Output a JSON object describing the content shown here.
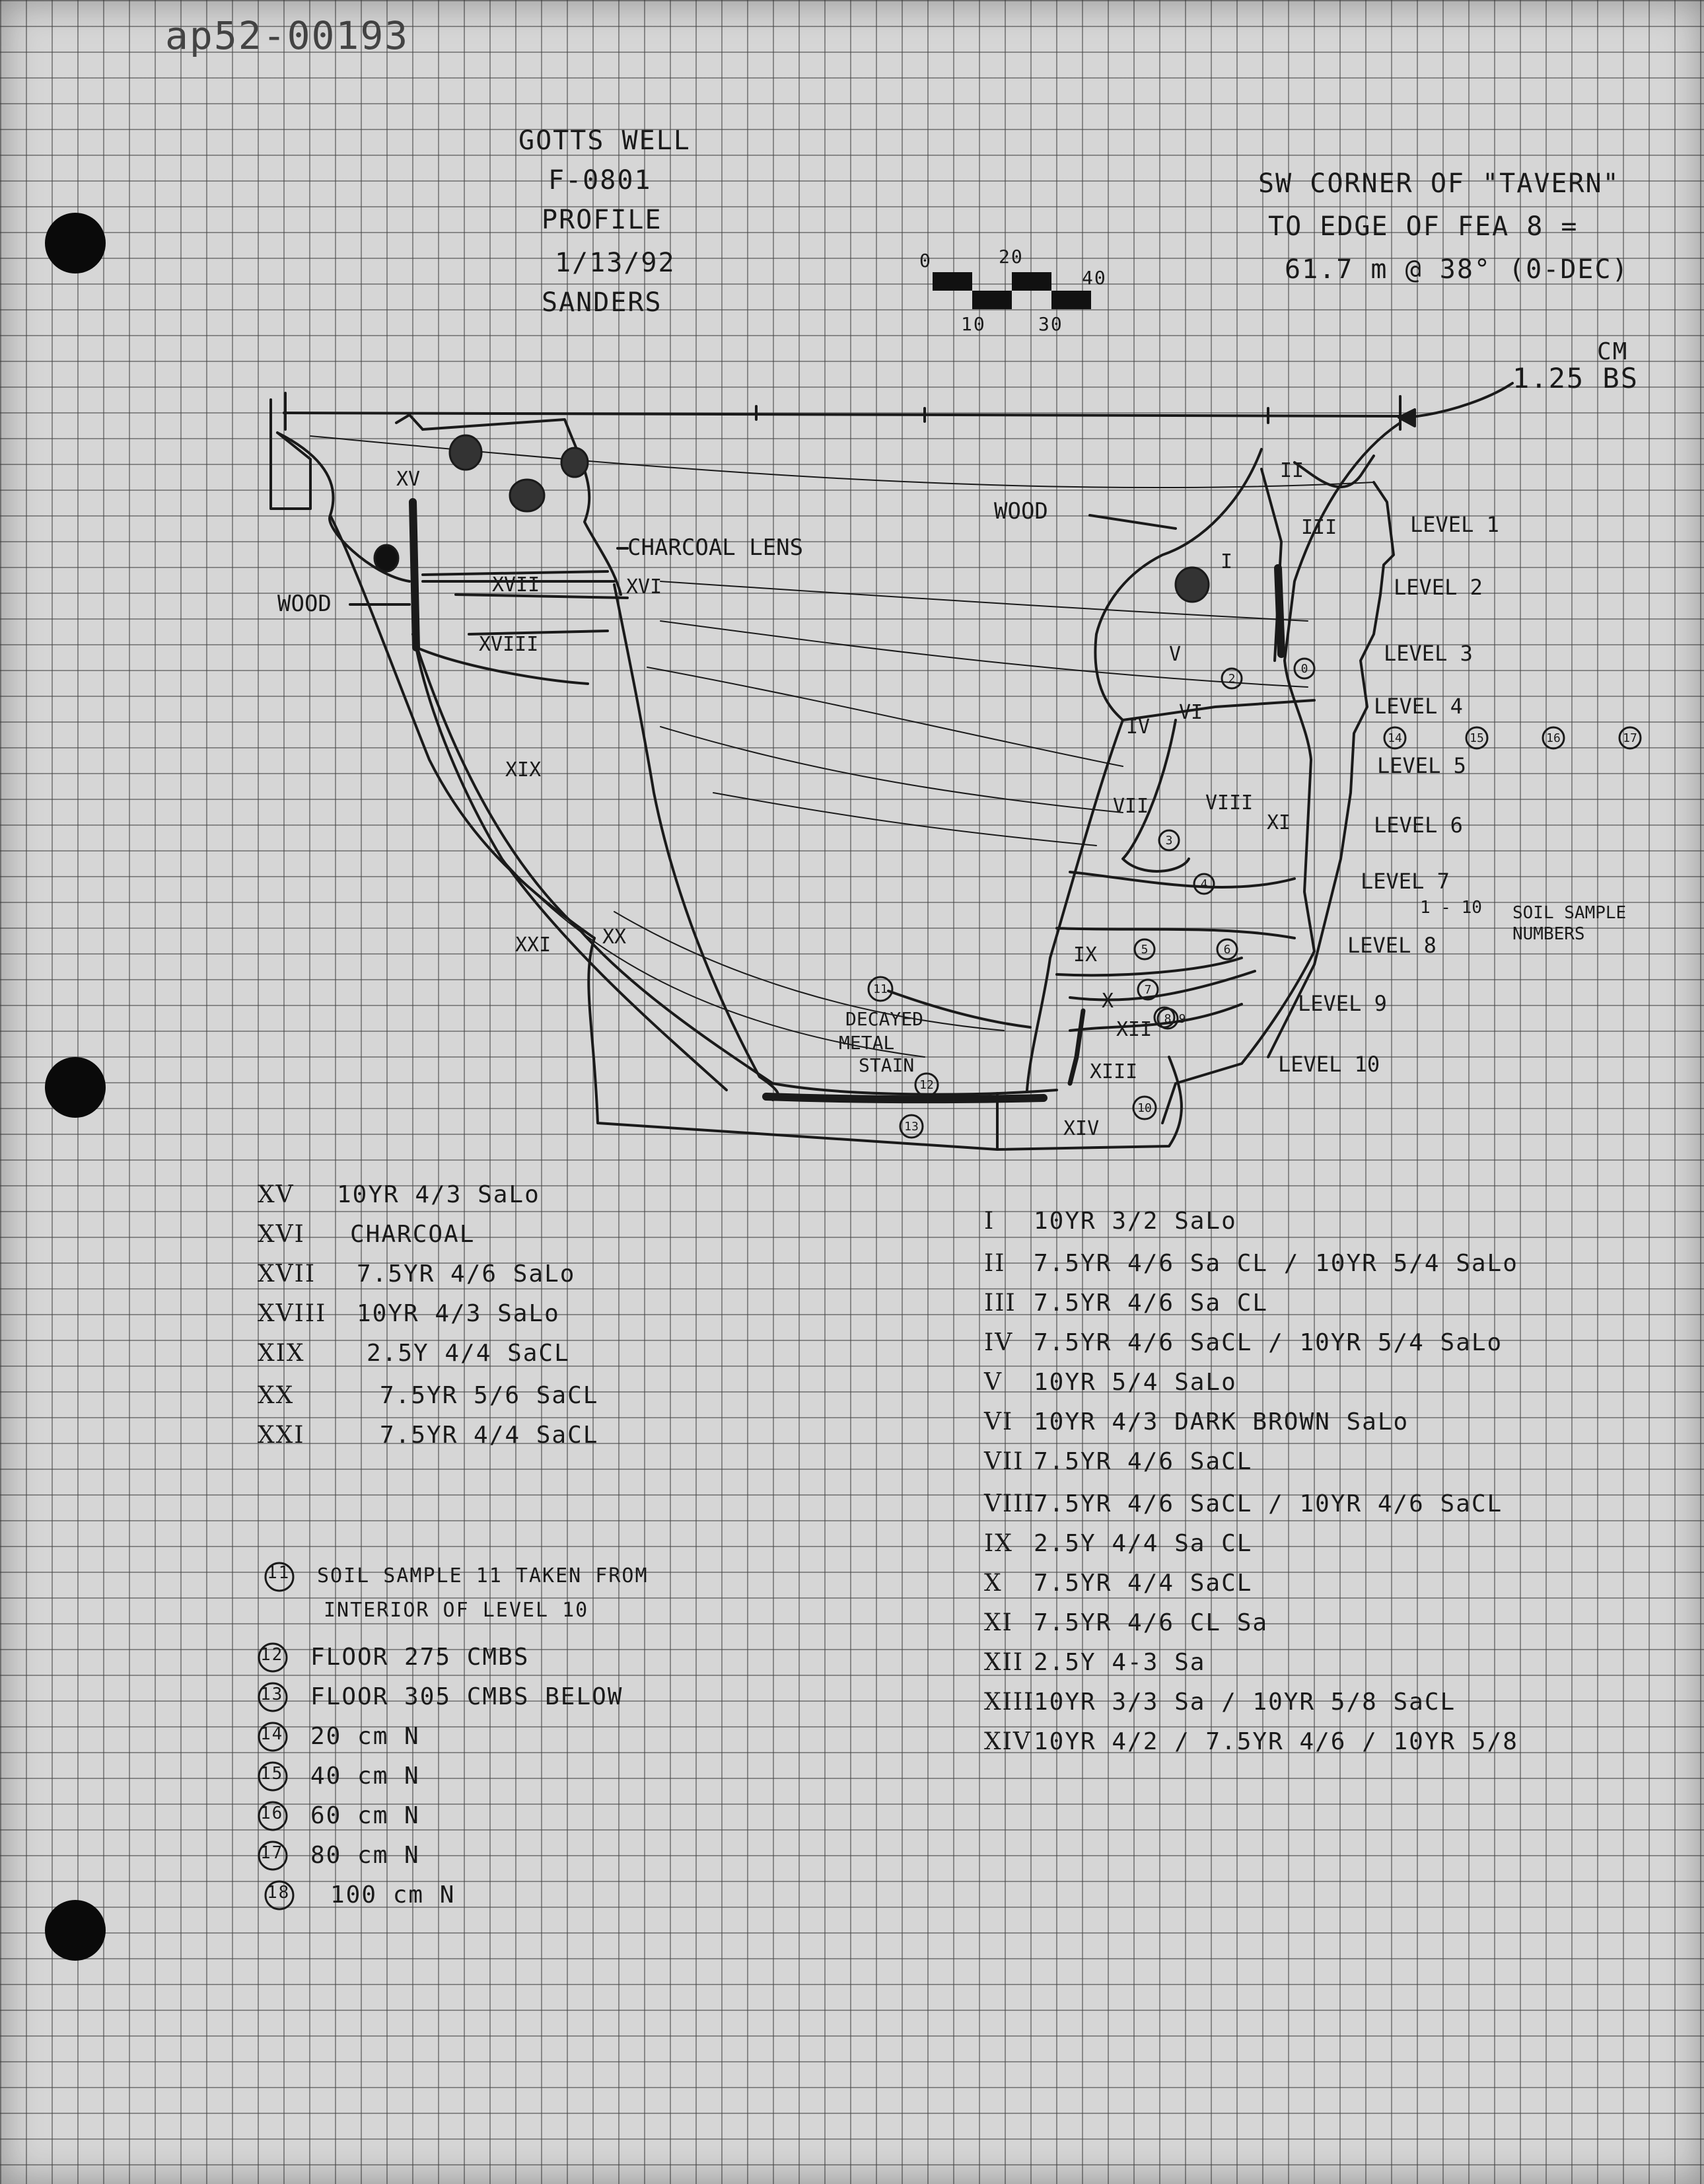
{
  "doc_id": "ap52-00193",
  "header": {
    "lines": [
      "GOTTS WELL",
      "F-0801",
      "PROFILE",
      "1/13/92",
      "SANDERS"
    ]
  },
  "orientation": {
    "lines": [
      "SW CORNER OF \"TAVERN\"",
      "TO EDGE OF FEA 8 =",
      "61.7 m @ 38° (0-DEC)"
    ]
  },
  "scale": {
    "labels": [
      "0",
      "20",
      "40",
      "10",
      "30"
    ]
  },
  "datum": {
    "units": "CM",
    "value": "1.25 BS"
  },
  "drawing": {
    "annotations": {
      "charcoal_lens": "CHARCOAL LENS",
      "wood_left": "WOOD",
      "wood_right": "WOOD",
      "decayed_metal_stain": [
        "DECAYED",
        "METAL",
        "STAIN"
      ],
      "soil_sample_numbers": [
        "1 - 10",
        "SOIL SAMPLE",
        "NUMBERS"
      ]
    },
    "levels": [
      "LEVEL 1",
      "LEVEL 2",
      "LEVEL 3",
      "LEVEL 4",
      "LEVEL 5",
      "LEVEL 6",
      "LEVEL 7",
      "LEVEL 8",
      "LEVEL 9",
      "LEVEL 10"
    ],
    "stratum_labels": [
      "XV",
      "XVII",
      "XVI",
      "XVIII",
      "XIX",
      "XXI",
      "XX",
      "II",
      "III",
      "I",
      "V",
      "IV",
      "VI",
      "VII",
      "VIII",
      "XI",
      "IX",
      "X",
      "XII",
      "XIII",
      "XIV"
    ],
    "sample_markers": [
      "0",
      "2",
      "3",
      "4",
      "5",
      "6",
      "7",
      "8",
      "9",
      "10",
      "11",
      "12",
      "13",
      "14",
      "15",
      "16",
      "17"
    ]
  },
  "legend_left": [
    {
      "code": "XV",
      "desc": "10YR 4/3 SaLo"
    },
    {
      "code": "XVI",
      "desc": "CHARCOAL"
    },
    {
      "code": "XVII",
      "desc": "7.5YR 4/6 SaLo"
    },
    {
      "code": "XVIII",
      "desc": "10YR 4/3 SaLo"
    },
    {
      "code": "XIX",
      "desc": "2.5Y 4/4 SaCL"
    },
    {
      "code": "XX",
      "desc": "7.5YR 5/6 SaCL"
    },
    {
      "code": "XXI",
      "desc": "7.5YR 4/4 SaCL"
    }
  ],
  "legend_right": [
    {
      "code": "I",
      "desc": "10YR 3/2 SaLo"
    },
    {
      "code": "II",
      "desc": "7.5YR 4/6 Sa CL / 10YR 5/4 SaLo"
    },
    {
      "code": "III",
      "desc": "7.5YR 4/6 Sa CL"
    },
    {
      "code": "IV",
      "desc": "7.5YR 4/6 SaCL / 10YR 5/4 SaLo"
    },
    {
      "code": "V",
      "desc": "10YR 5/4 SaLo"
    },
    {
      "code": "VI",
      "desc": "10YR 4/3 DARK BROWN SaLo"
    },
    {
      "code": "VII",
      "desc": "7.5YR 4/6 SaCL"
    },
    {
      "code": "VIII",
      "desc": "7.5YR 4/6 SaCL / 10YR 4/6 SaCL"
    },
    {
      "code": "IX",
      "desc": "2.5Y 4/4 Sa CL"
    },
    {
      "code": "X",
      "desc": "7.5YR 4/4 SaCL"
    },
    {
      "code": "XI",
      "desc": "7.5YR 4/6 CL Sa"
    },
    {
      "code": "XII",
      "desc": "2.5Y 4-3 Sa"
    },
    {
      "code": "XIII",
      "desc": "10YR 3/3 Sa / 10YR 5/8 SaCL"
    },
    {
      "code": "XIV",
      "desc": "10YR 4/2 / 7.5YR 4/6 / 10YR 5/8"
    }
  ],
  "notes": [
    {
      "num": "11",
      "lines": [
        "SOIL SAMPLE 11 TAKEN FROM",
        "INTERIOR OF LEVEL 10"
      ]
    },
    {
      "num": "12",
      "lines": [
        "FLOOR 275 CMBS"
      ]
    },
    {
      "num": "13",
      "lines": [
        "FLOOR 305 CMBS BELOW"
      ]
    },
    {
      "num": "14",
      "lines": [
        "20 cm N"
      ]
    },
    {
      "num": "15",
      "lines": [
        "40 cm N"
      ]
    },
    {
      "num": "16",
      "lines": [
        "60 cm N"
      ]
    },
    {
      "num": "17",
      "lines": [
        "80 cm N"
      ]
    },
    {
      "num": "18",
      "lines": [
        "100 cm N"
      ]
    }
  ]
}
